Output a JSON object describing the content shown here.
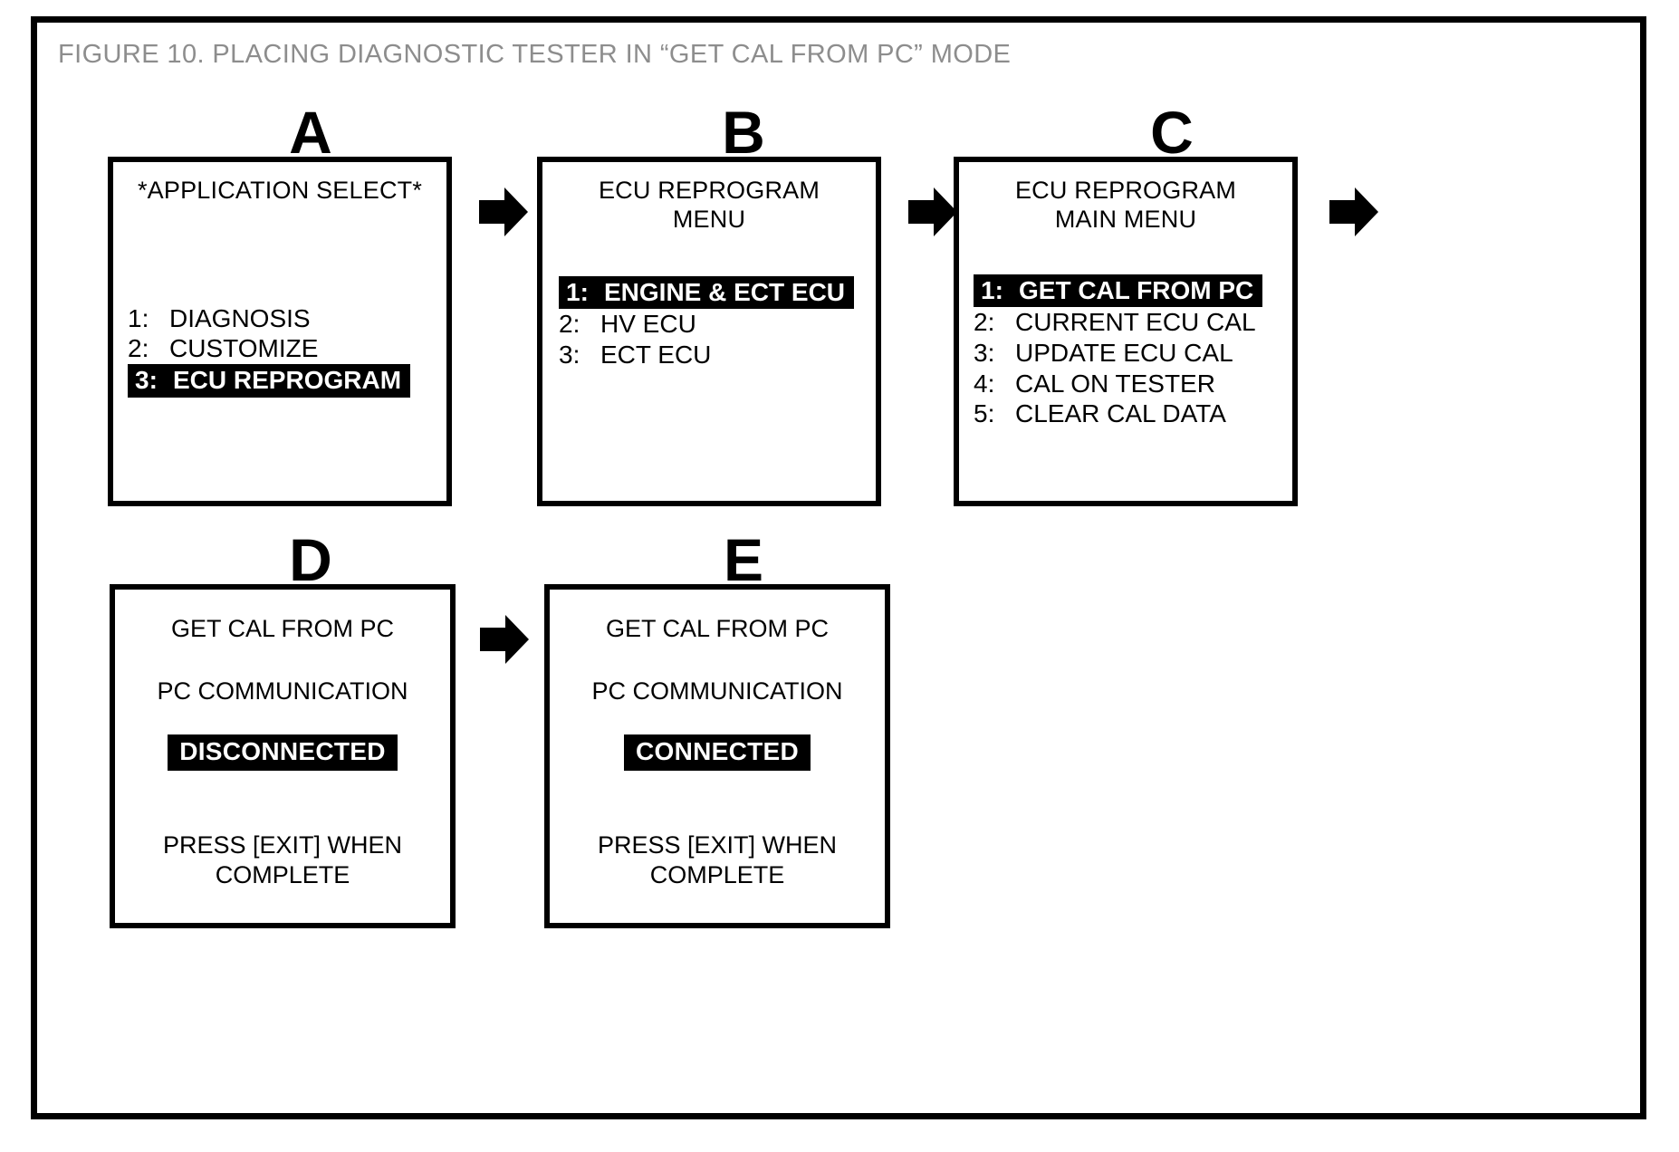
{
  "figure": {
    "title": "FIGURE 10.  PLACING DIAGNOSTIC TESTER IN “GET CAL FROM PC” MODE",
    "title_color": "#8d8d8d",
    "frame_color": "#000000",
    "background": "#ffffff"
  },
  "panels": [
    {
      "letter": "A",
      "title": "*APPLICATION SELECT*",
      "items": [
        {
          "num": "1:",
          "text": "DIAGNOSIS",
          "selected": false
        },
        {
          "num": "2:",
          "text": "CUSTOMIZE",
          "selected": false
        },
        {
          "num": "3:",
          "text": "ECU REPROGRAM",
          "selected": true
        }
      ]
    },
    {
      "letter": "B",
      "title_line1": "ECU REPROGRAM",
      "title_line2": "MENU",
      "items": [
        {
          "num": "1:",
          "text": "ENGINE & ECT ECU",
          "selected": true
        },
        {
          "num": "2:",
          "text": "HV ECU",
          "selected": false
        },
        {
          "num": "3:",
          "text": "ECT ECU",
          "selected": false
        }
      ]
    },
    {
      "letter": "C",
      "title_line1": "ECU REPROGRAM",
      "title_line2": "MAIN MENU",
      "items": [
        {
          "num": "1:",
          "text": "GET CAL FROM PC",
          "selected": true
        },
        {
          "num": "2:",
          "text": "CURRENT ECU CAL",
          "selected": false
        },
        {
          "num": "3:",
          "text": "UPDATE ECU CAL",
          "selected": false
        },
        {
          "num": "4:",
          "text": "CAL ON TESTER",
          "selected": false
        },
        {
          "num": "5:",
          "text": "CLEAR CAL DATA",
          "selected": false
        }
      ]
    },
    {
      "letter": "D",
      "line1": "GET CAL FROM PC",
      "line2": "PC COMMUNICATION",
      "badge": "DISCONNECTED",
      "footer_line1": "PRESS [EXIT] WHEN",
      "footer_line2": "COMPLETE"
    },
    {
      "letter": "E",
      "line1": "GET CAL FROM PC",
      "line2": "PC COMMUNICATION",
      "badge": "CONNECTED",
      "footer_line1": "PRESS [EXIT] WHEN",
      "footer_line2": "COMPLETE"
    }
  ],
  "arrows": [
    {
      "name": "arrow-a-to-b"
    },
    {
      "name": "arrow-b-to-c"
    },
    {
      "name": "arrow-c-to-d"
    },
    {
      "name": "arrow-d-to-e"
    }
  ]
}
